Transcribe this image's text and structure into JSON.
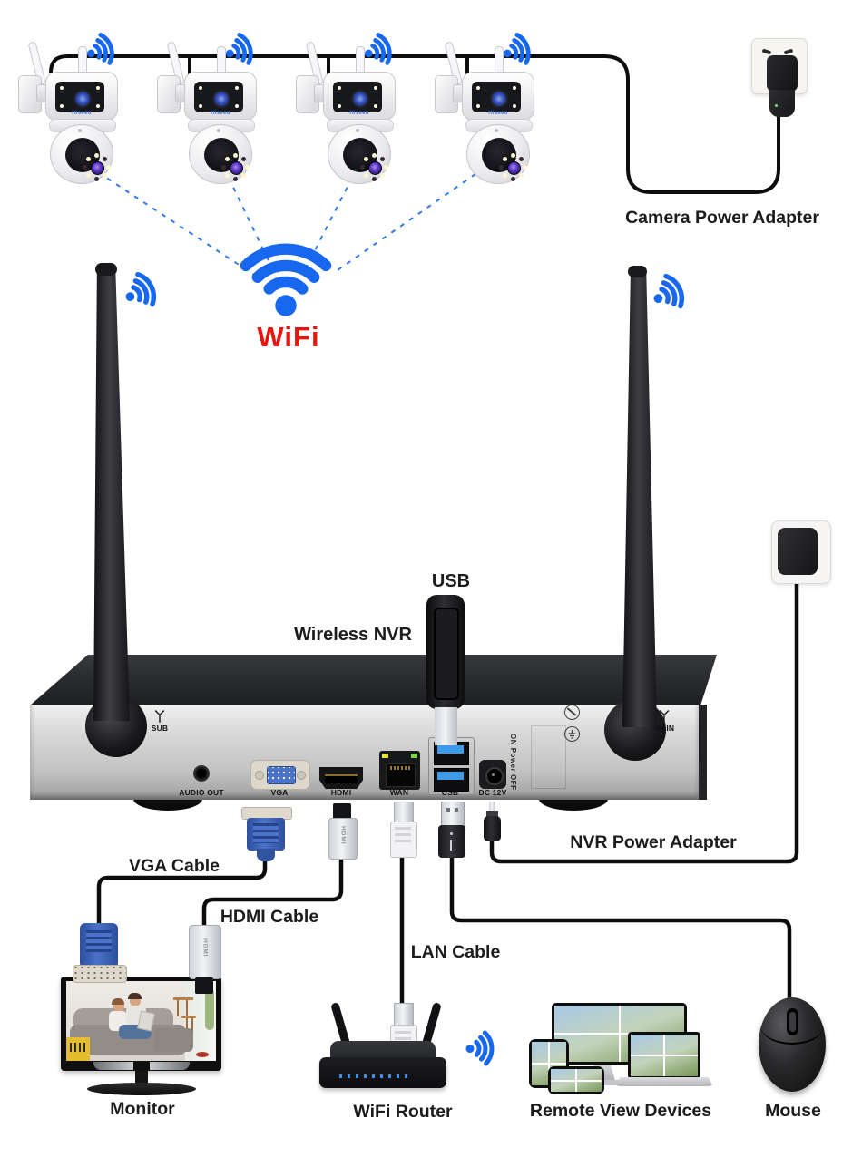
{
  "labels": {
    "camera_power_adapter": "Camera Power Adapter",
    "wifi": "WiFi",
    "usb_dongle": "USB",
    "wireless_nvr": "Wireless NVR",
    "nvr_power_adapter": "NVR Power Adapter",
    "vga_cable": "VGA Cable",
    "hdmi_cable": "HDMI Cable",
    "lan_cable": "LAN Cable",
    "monitor": "Monitor",
    "wifi_router": "WiFi Router",
    "remote_view_devices": "Remote View Devices",
    "mouse": "Mouse"
  },
  "camera": {
    "brand": "Hiseeu",
    "count": 4
  },
  "nvr": {
    "ports": {
      "sub": "SUB",
      "audio": "AUDIO OUT",
      "vga": "VGA",
      "hdmi": "HDMI",
      "wan": "WAN",
      "usb": "USB",
      "dc": "DC 12V",
      "main": "MAIN",
      "power_switch": "ON Power OFF"
    }
  },
  "connectors": {
    "hdmi_plug": "HDMI"
  },
  "colors": {
    "wifi_blue": "#1768ee",
    "wifi_text_red": "#e8140d",
    "cable_black": "#0d0d0d",
    "dashed_blue": "#3079e8",
    "vga_blue": "#4a72c8",
    "usb_port_blue": "#3d9be9",
    "wan_led_yellow": "#e8e23c",
    "wan_led_green": "#74d944"
  }
}
